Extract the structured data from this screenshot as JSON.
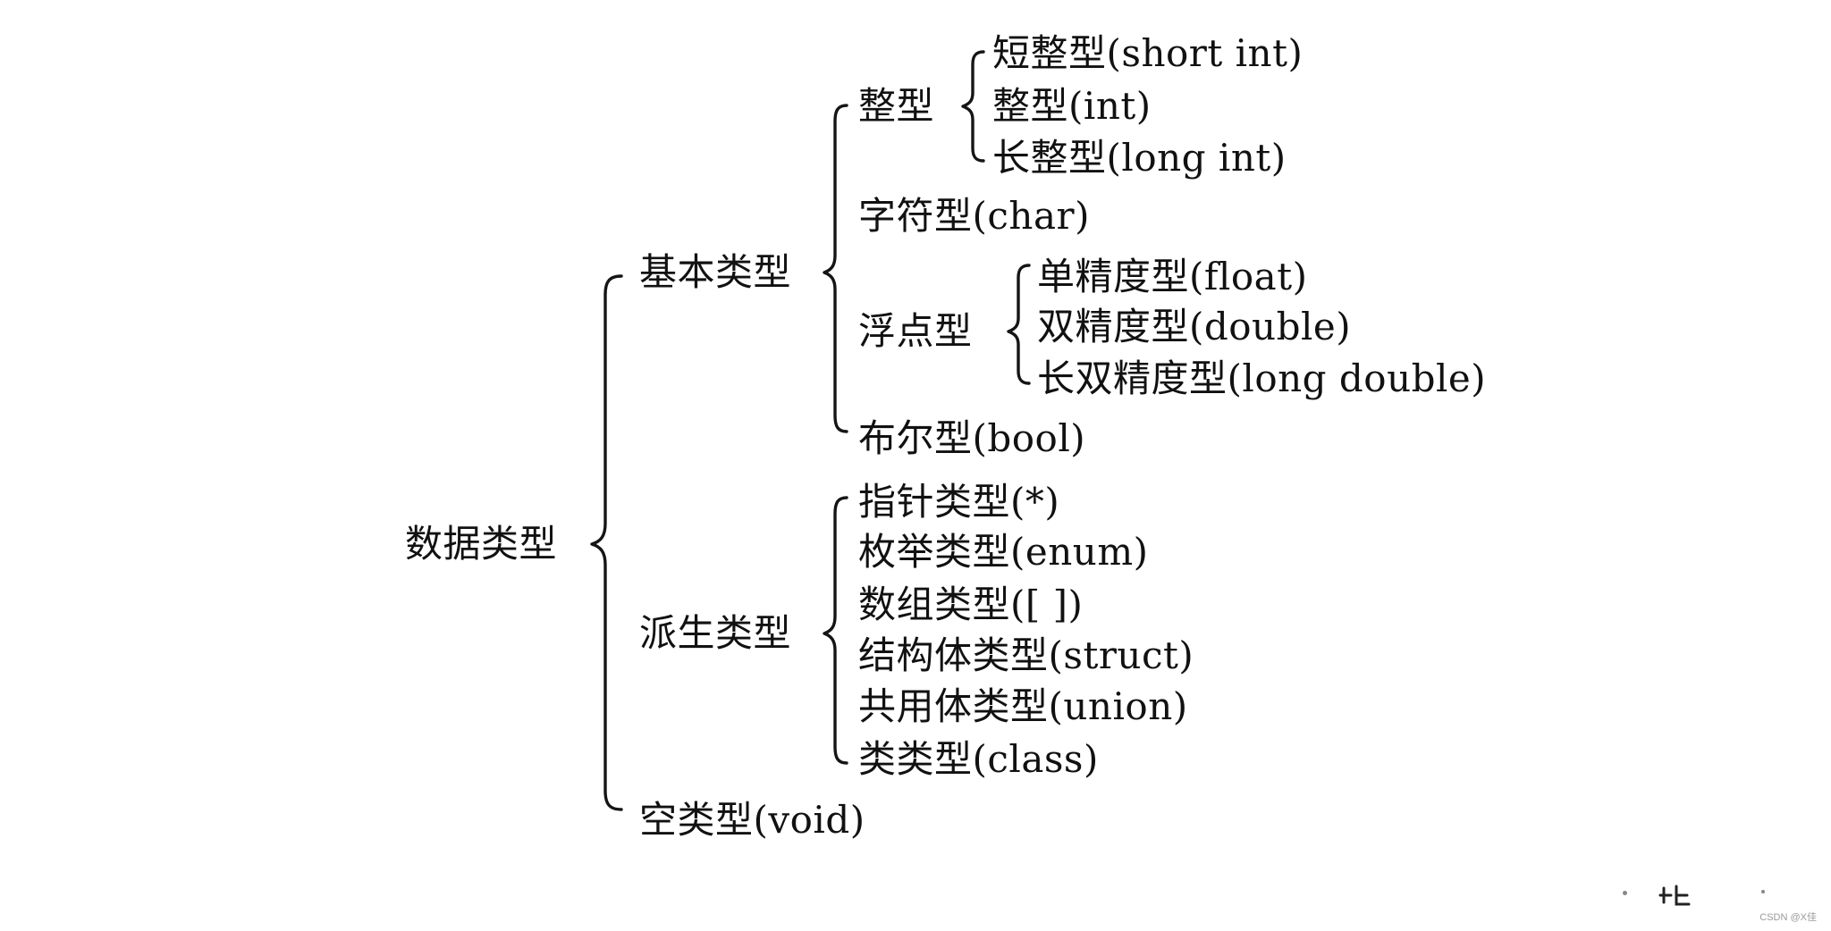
{
  "root": {
    "label": "数据类型"
  },
  "basic": {
    "label": "基本类型",
    "int_group": {
      "label": "整型",
      "items": [
        "短整型(short int)",
        "整型(int)",
        "长整型(long int)"
      ]
    },
    "char": "字符型(char)",
    "float_group": {
      "label": "浮点型",
      "items": [
        "单精度型(float)",
        "双精度型(double)",
        "长双精度型(long double)"
      ]
    },
    "bool": "布尔型(bool)"
  },
  "derived": {
    "label": "派生类型",
    "items": [
      "指针类型(*)",
      "枚举类型(enum)",
      "数组类型([ ])",
      "结构体类型(struct)",
      "共用体类型(union)",
      "类类型(class)"
    ]
  },
  "void": {
    "label": "空类型(void)"
  },
  "watermark": "CSDN @X佳",
  "colors": {
    "ink": "#111111",
    "background": "#ffffff"
  }
}
